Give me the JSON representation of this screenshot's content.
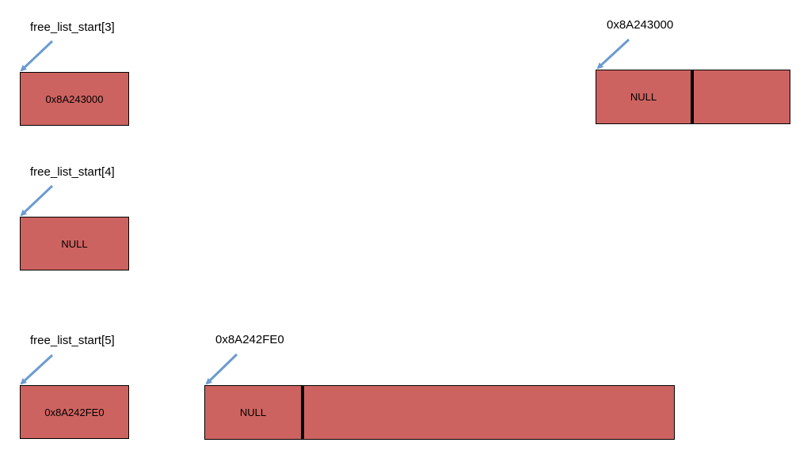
{
  "colors": {
    "block_fill": "#cd6360",
    "block_border": "#000000",
    "arrow": "#6b9bd0"
  },
  "free_list_3": {
    "pointer_label": "free_list_start[3]",
    "cell_value": "0x8A243000"
  },
  "free_list_4": {
    "pointer_label": "free_list_start[4]",
    "cell_value": "NULL"
  },
  "free_list_5": {
    "pointer_label": "free_list_start[5]",
    "cell_value": "0x8A242FE0"
  },
  "block_8A243000": {
    "address_label": "0x8A243000",
    "next_field": "NULL"
  },
  "block_8A242FE0": {
    "address_label": "0x8A242FE0",
    "next_field": "NULL"
  }
}
